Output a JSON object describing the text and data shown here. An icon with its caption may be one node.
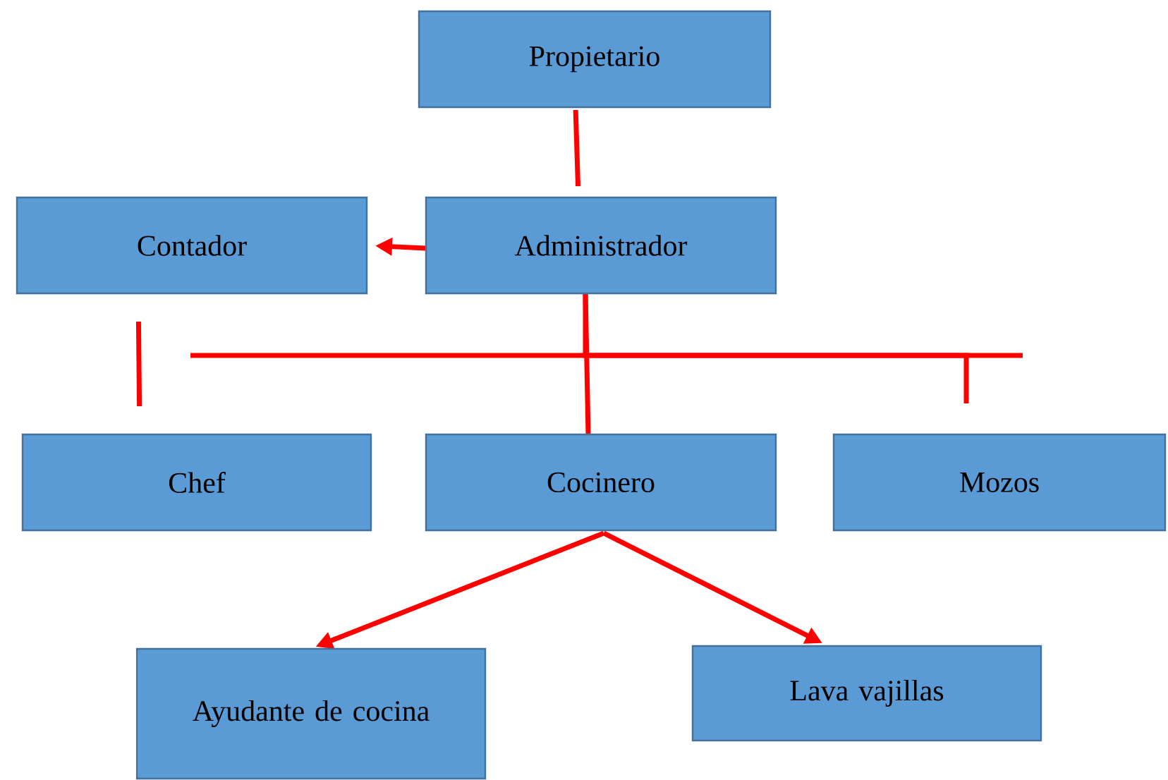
{
  "diagram": {
    "nodes": [
      {
        "text": [
          "Propietario"
        ]
      },
      {
        "text": [
          "Administrador"
        ]
      },
      {
        "text": [
          "Contador"
        ]
      },
      {
        "text": [
          "Chef"
        ]
      },
      {
        "text": [
          "Cocinero"
        ]
      },
      {
        "text": [
          "Mozos"
        ]
      },
      {
        "text": [
          "Ayudante de cocina"
        ]
      },
      {
        "text": [
          "Lava vajillas"
        ]
      }
    ],
    "edges": [
      {
        "from": 0,
        "to": 1,
        "arrow": "none"
      },
      {
        "from": 1,
        "to": 2,
        "arrow": "to"
      },
      {
        "from": 1,
        "to": 4,
        "arrow": "none"
      },
      {
        "from": 2,
        "to": 3,
        "arrow": "none"
      },
      {
        "from": 1,
        "to": 5,
        "arrow": "none"
      },
      {
        "from": 4,
        "to": 6,
        "arrow": "to"
      },
      {
        "from": 4,
        "to": 7,
        "arrow": "to"
      }
    ]
  }
}
